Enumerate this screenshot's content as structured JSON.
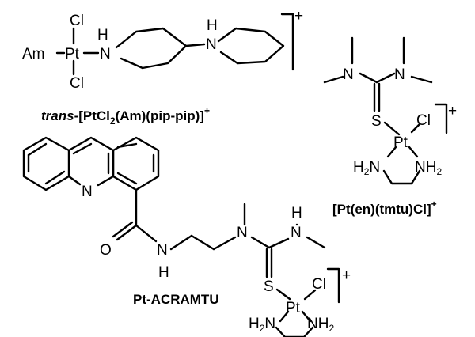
{
  "atoms": {
    "cl": "Cl",
    "pt": "Pt",
    "am": "Am",
    "n": "N",
    "h": "H",
    "s": "S",
    "o": "O",
    "h2n_h": "H",
    "h2n_sub": "2",
    "h2n_n": "N",
    "nh2_n": "N",
    "nh2_h": "H",
    "nh2_sub": "2"
  },
  "charge": "+",
  "captions": {
    "trans": {
      "italic": "trans",
      "rest": "-[PtCl",
      "sub": "2",
      "tail": "(Am)(pip-pip)]",
      "sup": "+"
    },
    "en": {
      "text": "[Pt(en)(tmtu)Cl]",
      "sup": "+"
    },
    "acramtu": {
      "text": "Pt-ACRAMTU"
    }
  }
}
